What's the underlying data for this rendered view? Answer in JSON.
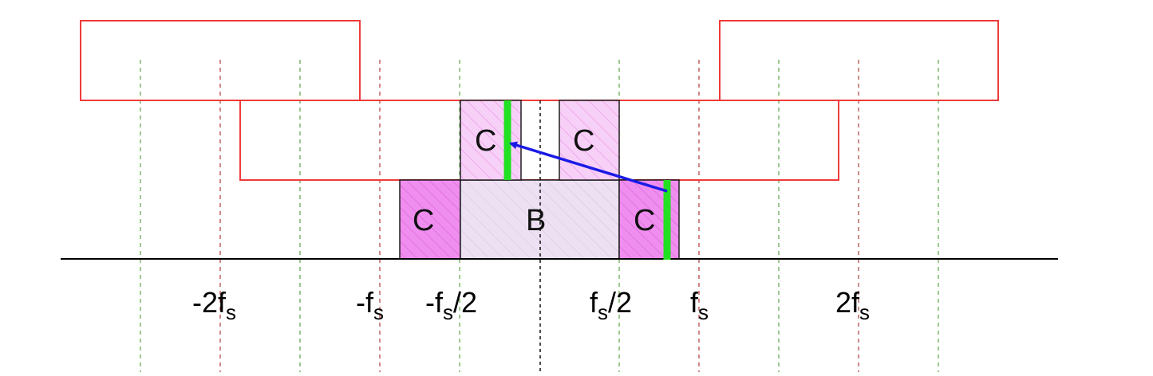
{
  "diagram": {
    "labels": {
      "neg_2fs": {
        "prefix": "-2f",
        "sub": "s",
        "suffix": ""
      },
      "neg_fs": {
        "prefix": "-f",
        "sub": "s",
        "suffix": ""
      },
      "neg_half_fs": {
        "prefix": "-f",
        "sub": "s",
        "suffix": "/2"
      },
      "half_fs": {
        "prefix": "f",
        "sub": "s",
        "suffix": "/2"
      },
      "fs": {
        "prefix": "f",
        "sub": "s",
        "suffix": ""
      },
      "pos_2fs": {
        "prefix": "2f",
        "sub": "s",
        "suffix": ""
      }
    },
    "boxes": {
      "c_bottom_left": "C",
      "b_center": "B",
      "c_bottom_right": "C",
      "c_top_left": "C",
      "c_top_right": "C"
    },
    "colors": {
      "alias_outline": "#ee3b3b",
      "pink_fill": "#f08ef0",
      "pink_hatch": "#e070e0",
      "b_fill": "#ece0f2",
      "green_marker": "#22e022",
      "arrow": "#1a1ae6",
      "green_dashed": "#6aaa55",
      "red_dashed": "#b84848",
      "axis": "#000000"
    }
  }
}
